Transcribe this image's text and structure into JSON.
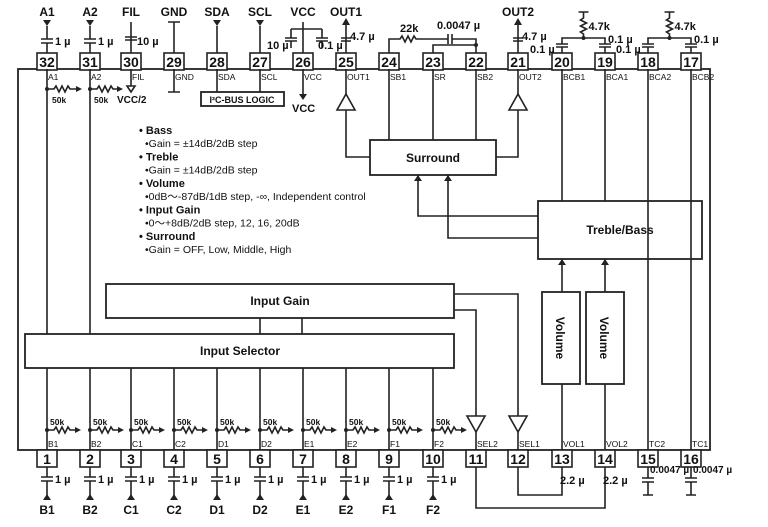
{
  "title": "Audio processor IC block diagram",
  "top_pins": [
    {
      "num": "32",
      "name": "A1",
      "ext_label": "A1",
      "part": "1 µ"
    },
    {
      "num": "31",
      "name": "A2",
      "ext_label": "A2",
      "part": "1 µ"
    },
    {
      "num": "30",
      "name": "FIL",
      "ext_label": "FIL",
      "part": "10 µ"
    },
    {
      "num": "29",
      "name": "GND",
      "ext_label": "GND",
      "part": ""
    },
    {
      "num": "28",
      "name": "SDA",
      "ext_label": "SDA",
      "part": ""
    },
    {
      "num": "27",
      "name": "SCL",
      "ext_label": "SCL",
      "part": ""
    },
    {
      "num": "26",
      "name": "VCC",
      "ext_label": "VCC",
      "part": "10 µ / 0.1 µ"
    },
    {
      "num": "25",
      "name": "OUT1",
      "ext_label": "OUT1",
      "part": "4.7 µ"
    },
    {
      "num": "24",
      "name": "SB1",
      "ext_label": "",
      "part": "22k"
    },
    {
      "num": "23",
      "name": "SR",
      "ext_label": "",
      "part": "0.0047 µ"
    },
    {
      "num": "22",
      "name": "SB2",
      "ext_label": "",
      "part": ""
    },
    {
      "num": "21",
      "name": "OUT2",
      "ext_label": "OUT2",
      "part": "4.7 µ"
    },
    {
      "num": "20",
      "name": "BCB1",
      "ext_label": "",
      "part": "0.1 µ"
    },
    {
      "num": "19",
      "name": "BCA1",
      "ext_label": "",
      "part": "0.1 µ"
    },
    {
      "num": "18",
      "name": "BCA2",
      "ext_label": "",
      "part": "0.1 µ"
    },
    {
      "num": "17",
      "name": "BCB2",
      "ext_label": "",
      "part": "0.1 µ"
    }
  ],
  "bottom_pins": [
    {
      "num": "1",
      "name": "B1",
      "ext_label": "B1",
      "part": "1 µ"
    },
    {
      "num": "2",
      "name": "B2",
      "ext_label": "B2",
      "part": "1 µ"
    },
    {
      "num": "3",
      "name": "C1",
      "ext_label": "C1",
      "part": "1 µ"
    },
    {
      "num": "4",
      "name": "C2",
      "ext_label": "C2",
      "part": "1 µ"
    },
    {
      "num": "5",
      "name": "D1",
      "ext_label": "D1",
      "part": "1 µ"
    },
    {
      "num": "6",
      "name": "D2",
      "ext_label": "D2",
      "part": "1 µ"
    },
    {
      "num": "7",
      "name": "E1",
      "ext_label": "E1",
      "part": "1 µ"
    },
    {
      "num": "8",
      "name": "E2",
      "ext_label": "E2",
      "part": "1 µ"
    },
    {
      "num": "9",
      "name": "F1",
      "ext_label": "F1",
      "part": "1 µ"
    },
    {
      "num": "10",
      "name": "F2",
      "ext_label": "F2",
      "part": "1 µ"
    },
    {
      "num": "11",
      "name": "SEL2",
      "ext_label": "",
      "part": ""
    },
    {
      "num": "12",
      "name": "SEL1",
      "ext_label": "",
      "part": ""
    },
    {
      "num": "13",
      "name": "VOL1",
      "ext_label": "",
      "part": "2.2 µ"
    },
    {
      "num": "14",
      "name": "VOL2",
      "ext_label": "",
      "part": "2.2 µ"
    },
    {
      "num": "15",
      "name": "TC2",
      "ext_label": "",
      "part": "0.0047 µ"
    },
    {
      "num": "16",
      "name": "TC1",
      "ext_label": "",
      "part": "0.0047 µ"
    }
  ],
  "blocks": {
    "surround": "Surround",
    "treble_bass": "Treble/Bass",
    "input_gain": "Input Gain",
    "input_selector": "Input Selector",
    "volume1": "Volume",
    "volume2": "Volume",
    "bus_logic": "I²C-BUS LOGIC"
  },
  "labels": {
    "vcc_half": "VCC/2",
    "vcc_out": "VCC",
    "res_50k": "50k",
    "res_4k7": "4.7k",
    "res_22k": "22k"
  },
  "specs": [
    {
      "heading": "Bass",
      "detail": "Gain = ±14dB/2dB step"
    },
    {
      "heading": "Treble",
      "detail": "Gain = ±14dB/2dB step"
    },
    {
      "heading": "Volume",
      "detail": "0dB〜-87dB/1dB step, -∞, Independent control"
    },
    {
      "heading": "Input Gain",
      "detail": "0〜+8dB/2dB step, 12, 16, 20dB"
    },
    {
      "heading": "Surround",
      "detail": "Gain = OFF, Low, Middle, High"
    }
  ]
}
